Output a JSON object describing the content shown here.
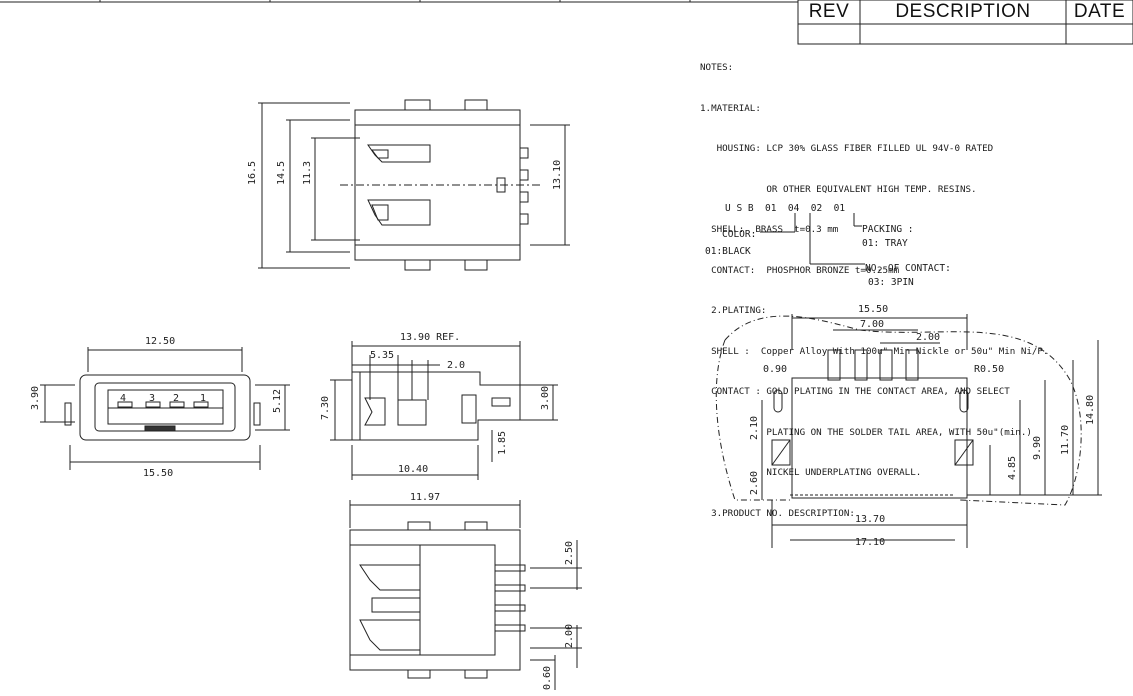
{
  "revision_block": {
    "rev": "REV",
    "description": "DESCRIPTION",
    "date": "DATE"
  },
  "notes": {
    "lines": [
      "NOTES:",
      "1.MATERIAL:",
      "   HOUSING: LCP 30% GLASS FIBER FILLED UL 94V-0 RATED",
      "            OR OTHER EQUIVALENT HIGH TEMP. RESINS.",
      "  SHELL:  BRASS  t=0.3 mm",
      "  CONTACT:  PHOSPHOR BRONZE t=0.25mm",
      "  2.PLATING:",
      "  SHELL :  Copper Alloy With 100u\" Min Nickle or 50u\" Min Ni/P.",
      "  CONTACT : GOLD PLATING IN THE CONTACT AREA, AND SELECT",
      "            PLATING ON THE SOLDER TAIL AREA, WITH 50u\"(min.)",
      "            NICKEL UNDERPLATING OVERALL.",
      "  3.PRODUCT NO. DESCRIPTION:"
    ]
  },
  "part_number": {
    "code": "U S B  01  04  02  01",
    "color_label": "COLOR:",
    "color_value": "01:BLACK",
    "packing_label": "PACKING :",
    "packing_value": "01: TRAY",
    "contacts_label": "NO. OF CONTACT:",
    "contacts_value": "03: 3PIN"
  },
  "dimensions": {
    "top_view": {
      "d1": "16.5",
      "d2": "14.5",
      "d3": "11.3",
      "d4": "13.10"
    },
    "front_view": {
      "width_top": "12.50",
      "width_bottom": "15.50",
      "height_left": "3.90",
      "height_right": "5.12",
      "pins": [
        "4",
        "3",
        "2",
        "1"
      ]
    },
    "side_view": {
      "length": "13.90 REF.",
      "d1": "5.35",
      "d2": "2.0",
      "height": "7.30",
      "d3": "3.00",
      "d4": "1.85",
      "d5": "10.40"
    },
    "bottom_view": {
      "width": "11.97",
      "pitch": "2.50",
      "d2": "2.00",
      "d3": "0.60"
    },
    "footprint": {
      "w1": "15.50",
      "w2": "7.00",
      "w3": "2.00",
      "r": "R0.50",
      "hole": "0.90",
      "h1": "2.10",
      "h2": "2.60",
      "h3": "4.85",
      "h4": "9.90",
      "h5": "11.70",
      "h6": "14.80",
      "w4": "13.70",
      "w5": "17.10"
    }
  }
}
